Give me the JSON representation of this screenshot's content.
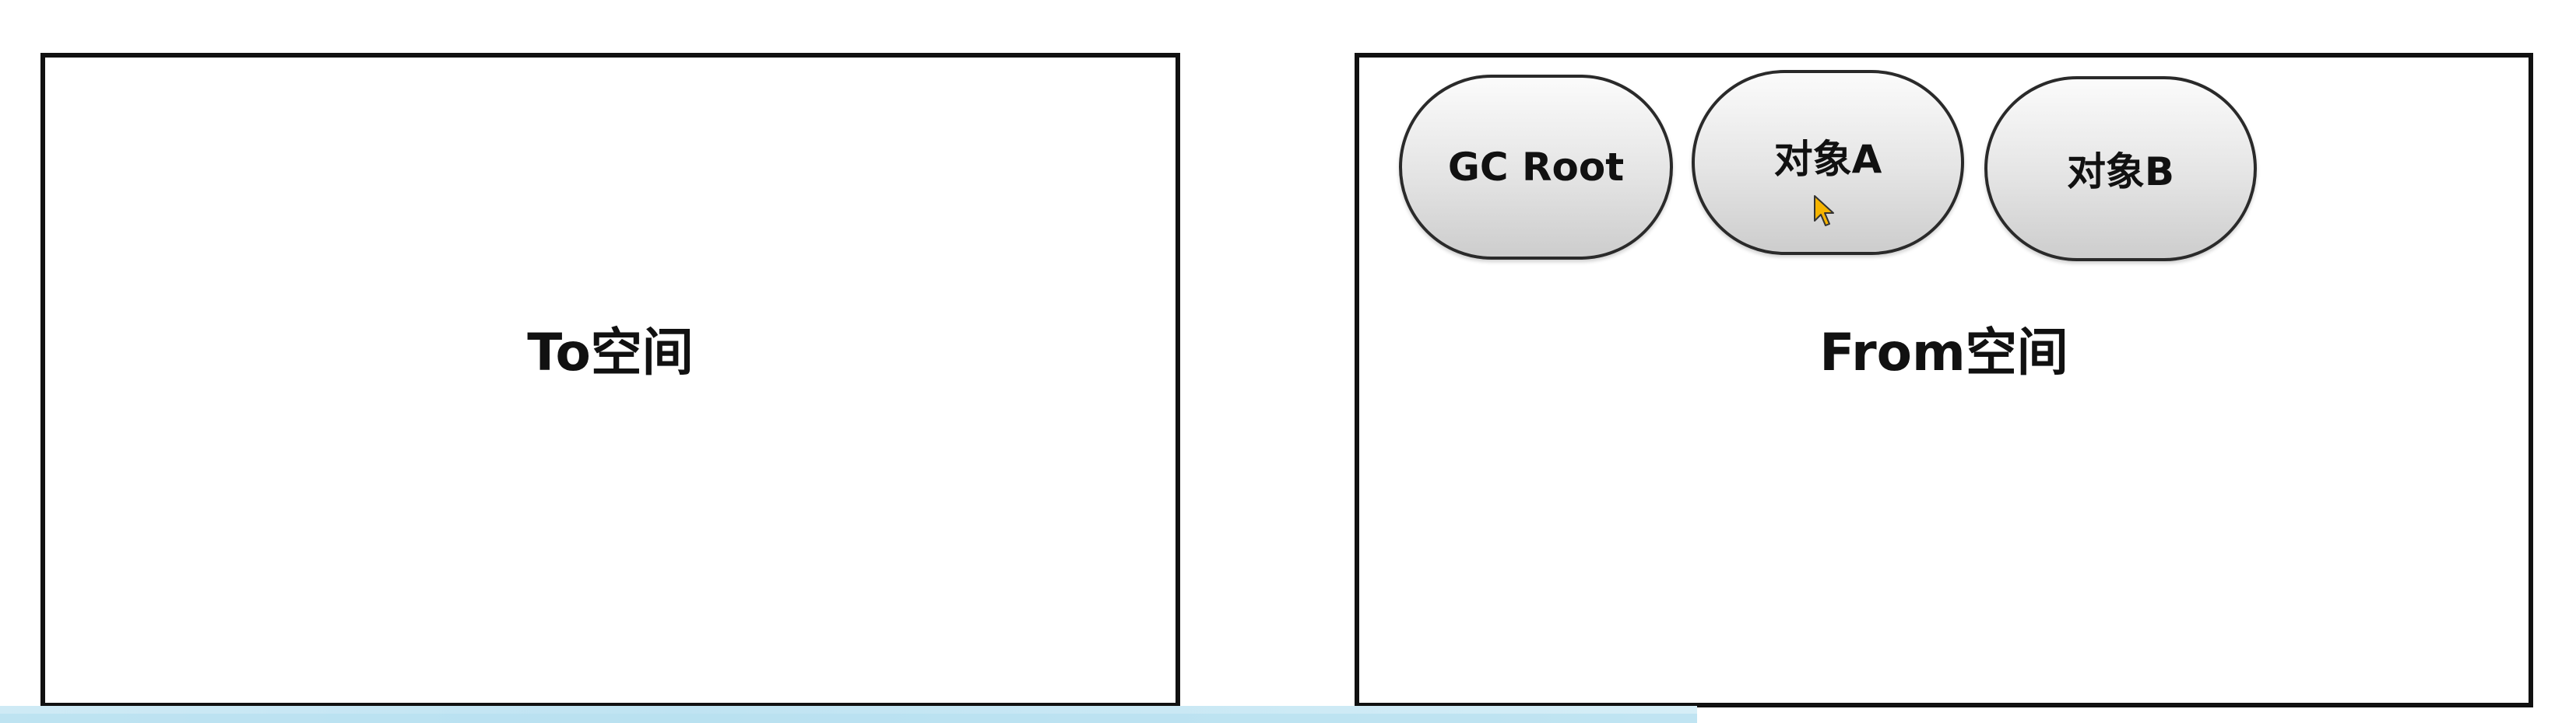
{
  "diagram": {
    "to_space": {
      "label": "To空间"
    },
    "from_space": {
      "label": "From空间",
      "nodes": [
        {
          "label": "GC Root"
        },
        {
          "label": "对象A"
        },
        {
          "label": "对象B"
        }
      ]
    }
  },
  "colors": {
    "border": "#111111",
    "node_fill_top": "#fbfbfb",
    "node_fill_bottom": "#cdcdcd",
    "cursor": "#f5b400",
    "footer_band": "#bfe3f2"
  },
  "icons": {
    "cursor": "mouse-pointer-icon"
  }
}
